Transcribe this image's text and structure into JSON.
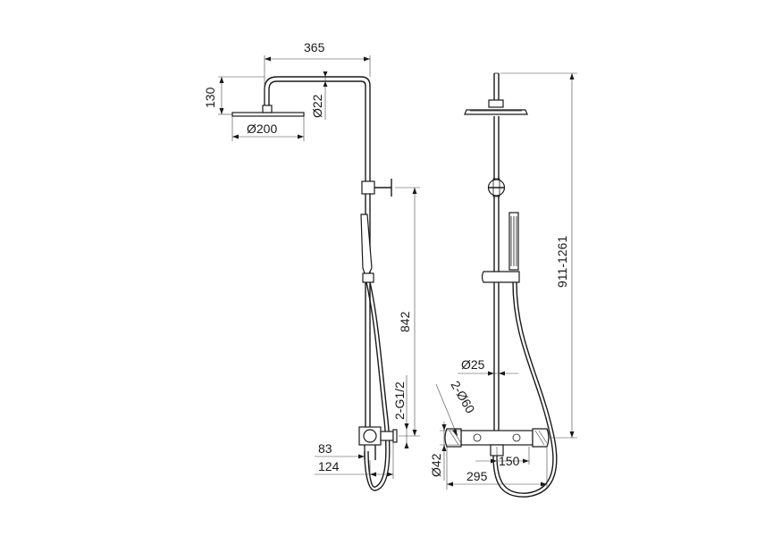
{
  "dimensions": {
    "rail_width": "365",
    "head_height": "130",
    "head_diameter": "Ø200",
    "arm_diameter": "Ø22",
    "rail_length": "842",
    "inlet_thread": "2-G1/2",
    "outlet_offset": "83",
    "inlet_offset": "124",
    "overall_height": "911-1261",
    "pipe_diameter": "Ø25",
    "handle_diameter": "2-Ø60",
    "mixer_diameter": "Ø42",
    "mixer_depth": "150",
    "mixer_width": "295"
  }
}
